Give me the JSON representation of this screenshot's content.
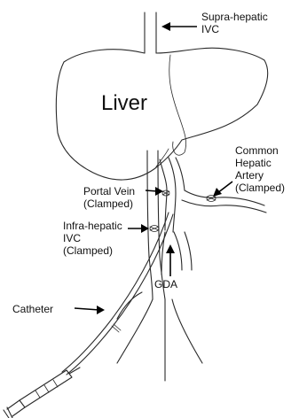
{
  "labels": {
    "supra_ivc": "Supra-hepatic\nIVC",
    "liver": "Liver",
    "common_hepatic_artery": "Common\nHepatic\nArtery\n(Clamped)",
    "portal_vein": "Portal Vein\n(Clamped)",
    "infra_ivc": "Infra-hepatic\nIVC\n(Clamped)",
    "gda": "GDA",
    "catheter": "Catheter"
  }
}
